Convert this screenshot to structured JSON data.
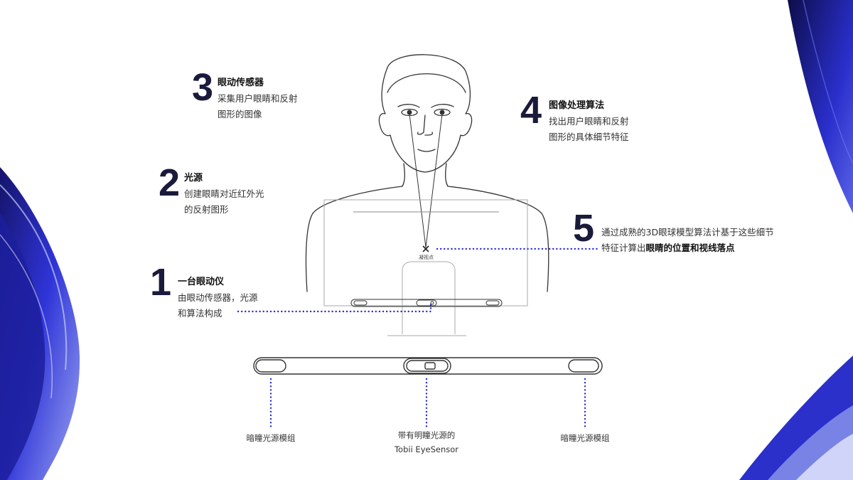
{
  "steps": [
    {
      "number": "3",
      "title": "眼动传感器",
      "desc_line1": "采集用户眼睛和反射",
      "desc_line2": "图形的图像"
    },
    {
      "number": "2",
      "title": "光源",
      "desc_line1": "创建眼睛对近红外光",
      "desc_line2": "的反射图形"
    },
    {
      "number": "1",
      "title": "一台眼动仪",
      "desc_line1": "由眼动传感器，光源",
      "desc_line2": "和算法构成"
    },
    {
      "number": "4",
      "title": "图像处理算法",
      "desc_line1": "找出用户眼睛和反射",
      "desc_line2": "图形的具体细节特征"
    },
    {
      "number": "5",
      "desc_line1": "通过成熟的3D眼球模型算法计基于这些细节",
      "desc_line2_plain": "特征计算出",
      "desc_line2_bold": "眼睛的位置和视线落点"
    }
  ],
  "gaze_point_label": "凝视点",
  "sensor_labels": {
    "left": "暗瞳光源模组",
    "center_line1": "带有明瞳光源的",
    "center_line2": "Tobii EyeSensor",
    "right": "暗瞳光源模组"
  },
  "colors": {
    "accent_blue": "#2b2fd6",
    "dark_navy": "#1a1a3a",
    "line": "#333333"
  }
}
